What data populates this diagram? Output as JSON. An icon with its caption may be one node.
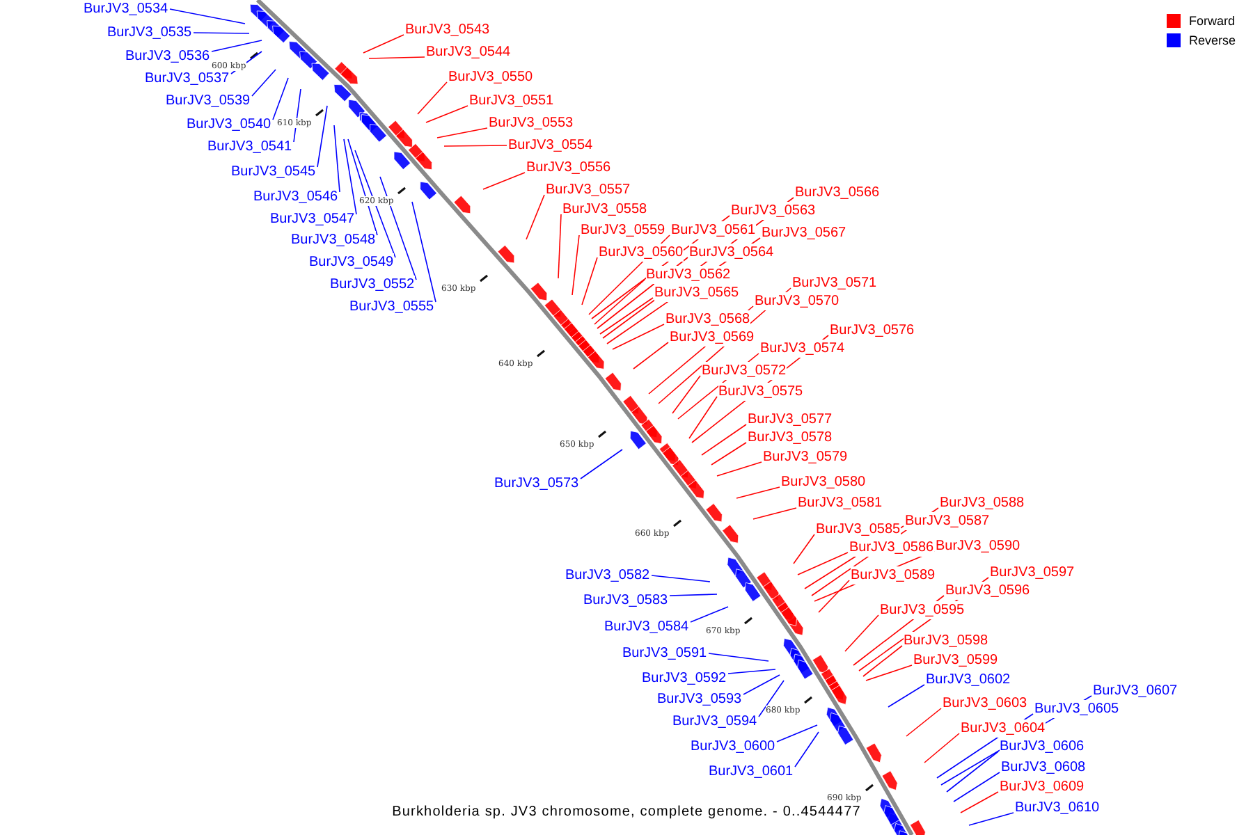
{
  "diagram": {
    "caption": "Burkholderia sp. JV3 chromosome, complete genome. - 0..4544477",
    "nodes": [
      {
        "text": [
          "BurJV3_0534"
        ]
      },
      {
        "text": [
          "BurJV3_0535"
        ]
      },
      {
        "text": [
          "BurJV3_0536"
        ]
      },
      {
        "text": [
          "BurJV3_0537"
        ]
      },
      {
        "text": [
          "BurJV3_0539"
        ]
      },
      {
        "text": [
          "BurJV3_0540"
        ]
      },
      {
        "text": [
          "BurJV3_0541"
        ]
      },
      {
        "text": [
          "BurJV3_0543"
        ]
      },
      {
        "text": [
          "BurJV3_0544"
        ]
      },
      {
        "text": [
          "BurJV3_0545"
        ]
      },
      {
        "text": [
          "BurJV3_0546"
        ]
      },
      {
        "text": [
          "BurJV3_0547"
        ]
      },
      {
        "text": [
          "BurJV3_0548"
        ]
      },
      {
        "text": [
          "BurJV3_0549"
        ]
      },
      {
        "text": [
          "BurJV3_0550"
        ]
      },
      {
        "text": [
          "BurJV3_0551"
        ]
      },
      {
        "text": [
          "BurJV3_0552"
        ]
      },
      {
        "text": [
          "BurJV3_0553"
        ]
      },
      {
        "text": [
          "BurJV3_0554"
        ]
      },
      {
        "text": [
          "BurJV3_0555"
        ]
      },
      {
        "text": [
          "BurJV3_0556"
        ]
      },
      {
        "text": [
          "BurJV3_0557"
        ]
      },
      {
        "text": [
          "BurJV3_0558"
        ]
      },
      {
        "text": [
          "BurJV3_0559"
        ]
      },
      {
        "text": [
          "BurJV3_0560"
        ]
      },
      {
        "text": [
          "BurJV3_0561"
        ]
      },
      {
        "text": [
          "BurJV3_0562"
        ]
      },
      {
        "text": [
          "BurJV3_0563"
        ]
      },
      {
        "text": [
          "BurJV3_0564"
        ]
      },
      {
        "text": [
          "BurJV3_0565"
        ]
      },
      {
        "text": [
          "BurJV3_0566"
        ]
      },
      {
        "text": [
          "BurJV3_0567"
        ]
      },
      {
        "text": [
          "BurJV3_0568"
        ]
      },
      {
        "text": [
          "BurJV3_0569"
        ]
      },
      {
        "text": [
          "BurJV3_0570"
        ]
      },
      {
        "text": [
          "BurJV3_0571"
        ]
      },
      {
        "text": [
          "BurJV3_0572"
        ]
      },
      {
        "text": [
          "BurJV3_0573"
        ]
      },
      {
        "text": [
          "BurJV3_0574"
        ]
      },
      {
        "text": [
          "BurJV3_0575"
        ]
      },
      {
        "text": [
          "BurJV3_0576"
        ]
      },
      {
        "text": [
          "BurJV3_0577"
        ]
      },
      {
        "text": [
          "BurJV3_0578"
        ]
      },
      {
        "text": [
          "BurJV3_0579"
        ]
      },
      {
        "text": [
          "BurJV3_0580"
        ]
      },
      {
        "text": [
          "BurJV3_0581"
        ]
      },
      {
        "text": [
          "BurJV3_0582"
        ]
      },
      {
        "text": [
          "BurJV3_0583"
        ]
      },
      {
        "text": [
          "BurJV3_0584"
        ]
      },
      {
        "text": [
          "BurJV3_0585"
        ]
      },
      {
        "text": [
          "BurJV3_0586"
        ]
      },
      {
        "text": [
          "BurJV3_0587"
        ]
      },
      {
        "text": [
          "BurJV3_0588"
        ]
      },
      {
        "text": [
          "BurJV3_0589"
        ]
      },
      {
        "text": [
          "BurJV3_0590"
        ]
      },
      {
        "text": [
          "BurJV3_0591"
        ]
      },
      {
        "text": [
          "BurJV3_0592"
        ]
      },
      {
        "text": [
          "BurJV3_0593"
        ]
      },
      {
        "text": [
          "BurJV3_0594"
        ]
      },
      {
        "text": [
          "BurJV3_0595"
        ]
      },
      {
        "text": [
          "BurJV3_0596"
        ]
      },
      {
        "text": [
          "BurJV3_0597"
        ]
      },
      {
        "text": [
          "BurJV3_0598"
        ]
      },
      {
        "text": [
          "BurJV3_0599"
        ]
      },
      {
        "text": [
          "BurJV3_0600"
        ]
      },
      {
        "text": [
          "BurJV3_0601"
        ]
      },
      {
        "text": [
          "BurJV3_0602"
        ]
      },
      {
        "text": [
          "BurJV3_0603"
        ]
      },
      {
        "text": [
          "BurJV3_0604"
        ]
      },
      {
        "text": [
          "BurJV3_0605"
        ]
      },
      {
        "text": [
          "BurJV3_0606"
        ]
      },
      {
        "text": [
          "BurJV3_0607"
        ]
      },
      {
        "text": [
          "BurJV3_0608"
        ]
      },
      {
        "text": [
          "BurJV3_0609"
        ]
      },
      {
        "text": [
          "BurJV3_0610"
        ]
      }
    ],
    "edges": [
      {
        "from": 0,
        "to": null,
        "arrow": "none",
        "color": "#0000ff"
      },
      {
        "from": 1,
        "to": null,
        "arrow": "none",
        "color": "#0000ff"
      },
      {
        "from": 2,
        "to": null,
        "arrow": "none",
        "color": "#0000ff"
      },
      {
        "from": 3,
        "to": null,
        "arrow": "none",
        "color": "#0000ff"
      },
      {
        "from": 4,
        "to": null,
        "arrow": "none",
        "color": "#0000ff"
      },
      {
        "from": 5,
        "to": null,
        "arrow": "none",
        "color": "#0000ff"
      },
      {
        "from": 6,
        "to": null,
        "arrow": "none",
        "color": "#0000ff"
      },
      {
        "from": 7,
        "to": null,
        "arrow": "none"
      },
      {
        "from": 8,
        "to": null,
        "arrow": "none"
      },
      {
        "from": 9,
        "to": null,
        "arrow": "none",
        "color": "#0000ff"
      },
      {
        "from": 10,
        "to": null,
        "arrow": "none",
        "color": "#0000ff"
      },
      {
        "from": 11,
        "to": null,
        "arrow": "none",
        "color": "#0000ff"
      },
      {
        "from": 12,
        "to": null,
        "arrow": "none",
        "color": "#0000ff"
      },
      {
        "from": 13,
        "to": null,
        "arrow": "none",
        "color": "#0000ff"
      },
      {
        "from": 14,
        "to": null,
        "arrow": "none"
      },
      {
        "from": 15,
        "to": null,
        "arrow": "none"
      },
      {
        "from": 16,
        "to": null,
        "arrow": "none",
        "color": "#0000ff"
      },
      {
        "from": 17,
        "to": null,
        "arrow": "none"
      },
      {
        "from": 18,
        "to": null,
        "arrow": "none"
      },
      {
        "from": 19,
        "to": null,
        "arrow": "none",
        "color": "#0000ff"
      },
      {
        "from": 20,
        "to": null,
        "arrow": "none"
      },
      {
        "from": 21,
        "to": null,
        "arrow": "none"
      },
      {
        "from": 22,
        "to": null,
        "arrow": "none"
      },
      {
        "from": 23,
        "to": null,
        "arrow": "none"
      },
      {
        "from": 24,
        "to": null,
        "arrow": "none"
      },
      {
        "from": 25,
        "to": null,
        "arrow": "none"
      },
      {
        "from": 26,
        "to": null,
        "arrow": "none"
      },
      {
        "from": 27,
        "to": null,
        "arrow": "none"
      },
      {
        "from": 28,
        "to": null,
        "arrow": "none"
      },
      {
        "from": 29,
        "to": null,
        "arrow": "none"
      },
      {
        "from": 30,
        "to": null,
        "arrow": "none"
      },
      {
        "from": 31,
        "to": null,
        "arrow": "none"
      },
      {
        "from": 32,
        "to": null,
        "arrow": "none"
      },
      {
        "from": 33,
        "to": null,
        "arrow": "none"
      },
      {
        "from": 34,
        "to": null,
        "arrow": "none"
      },
      {
        "from": 35,
        "to": null,
        "arrow": "none"
      },
      {
        "from": 36,
        "to": null,
        "arrow": "none"
      },
      {
        "from": 37,
        "to": null,
        "arrow": "none",
        "color": "#0000ff"
      },
      {
        "from": 38,
        "to": null,
        "arrow": "none"
      },
      {
        "from": 39,
        "to": null,
        "arrow": "none"
      },
      {
        "from": 40,
        "to": null,
        "arrow": "none"
      },
      {
        "from": 41,
        "to": null,
        "arrow": "none"
      },
      {
        "from": 42,
        "to": null,
        "arrow": "none"
      },
      {
        "from": 43,
        "to": null,
        "arrow": "none"
      },
      {
        "from": 44,
        "to": null,
        "arrow": "none"
      },
      {
        "from": 45,
        "to": null,
        "arrow": "none"
      },
      {
        "from": 46,
        "to": null,
        "arrow": "none",
        "color": "#0000ff"
      },
      {
        "from": 47,
        "to": null,
        "arrow": "none",
        "color": "#0000ff"
      },
      {
        "from": 48,
        "to": null,
        "arrow": "none",
        "color": "#0000ff"
      },
      {
        "from": 49,
        "to": null,
        "arrow": "none"
      },
      {
        "from": 50,
        "to": null,
        "arrow": "none"
      },
      {
        "from": 51,
        "to": null,
        "arrow": "none"
      },
      {
        "from": 52,
        "to": null,
        "arrow": "none"
      },
      {
        "from": 53,
        "to": null,
        "arrow": "none"
      },
      {
        "from": 54,
        "to": null,
        "arrow": "none"
      },
      {
        "from": 55,
        "to": null,
        "arrow": "none",
        "color": "#0000ff"
      },
      {
        "from": 56,
        "to": null,
        "arrow": "none",
        "color": "#0000ff"
      },
      {
        "from": 57,
        "to": null,
        "arrow": "none",
        "color": "#0000ff"
      },
      {
        "from": 58,
        "to": null,
        "arrow": "none",
        "color": "#0000ff"
      },
      {
        "from": 59,
        "to": null,
        "arrow": "none"
      },
      {
        "from": 60,
        "to": null,
        "arrow": "none"
      },
      {
        "from": 61,
        "to": null,
        "arrow": "none"
      },
      {
        "from": 62,
        "to": null,
        "arrow": "none"
      },
      {
        "from": 63,
        "to": null,
        "arrow": "none"
      },
      {
        "from": 64,
        "to": null,
        "arrow": "none",
        "color": "#0000ff"
      },
      {
        "from": 65,
        "to": null,
        "arrow": "none",
        "color": "#0000ff"
      },
      {
        "from": 66,
        "to": null,
        "arrow": "none",
        "color": "#0000ff"
      },
      {
        "from": 67,
        "to": null,
        "arrow": "none"
      },
      {
        "from": 68,
        "to": null,
        "arrow": "none"
      },
      {
        "from": 69,
        "to": null,
        "arrow": "none",
        "color": "#0000ff"
      },
      {
        "from": 70,
        "to": null,
        "arrow": "none",
        "color": "#0000ff"
      },
      {
        "from": 71,
        "to": null,
        "arrow": "none",
        "color": "#0000ff"
      },
      {
        "from": 72,
        "to": null,
        "arrow": "none",
        "color": "#0000ff"
      },
      {
        "from": 73,
        "to": null,
        "arrow": "none"
      },
      {
        "from": 74,
        "to": null,
        "arrow": "none",
        "color": "#0000ff"
      }
    ],
    "labels": [
      "600 kbp",
      "610 kbp",
      "620 kbp",
      "630 kbp",
      "640 kbp",
      "650 kbp",
      "660 kbp",
      "670 kbp",
      "680 kbp",
      "690 kbp"
    ],
    "legend": [
      {
        "text": "Forward",
        "color": "#ff0000"
      },
      {
        "text": "Reverse",
        "color": "#0000ff"
      }
    ]
  }
}
